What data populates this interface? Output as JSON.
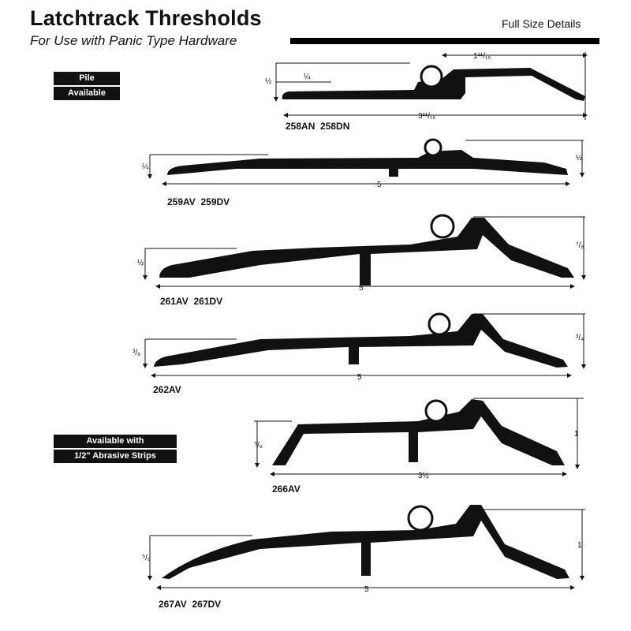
{
  "header": {
    "title": "Latchtrack Thresholds",
    "subtitle": "For Use with Panic Type Hardware",
    "note": "Full Size Details"
  },
  "badges": {
    "pile": [
      "Pile",
      "Available"
    ],
    "abrasive": [
      "Available with",
      "1/2\" Abrasive Strips"
    ]
  },
  "profiles": [
    {
      "model": "258AN  258DN",
      "width": "3¹¹/₁₆",
      "top_width": "1¹¹/₁₆",
      "height_a": "½",
      "height_b": "¼"
    },
    {
      "model": "259AV  259DV",
      "width": "5",
      "height_left": "¼",
      "height_right": "½"
    },
    {
      "model": "261AV  261DV",
      "width": "5",
      "height_left": "½",
      "height_right": "⁷/₈"
    },
    {
      "model": "262AV",
      "width": "5",
      "height_left": "³/₈",
      "height_right": "³/₄"
    },
    {
      "model": "266AV",
      "width": "3½",
      "height_left": "⁵/₈",
      "height_right": "1"
    },
    {
      "model": "267AV  267DV",
      "width": "5",
      "height_left": "⁵/₈",
      "height_right": "1"
    }
  ]
}
